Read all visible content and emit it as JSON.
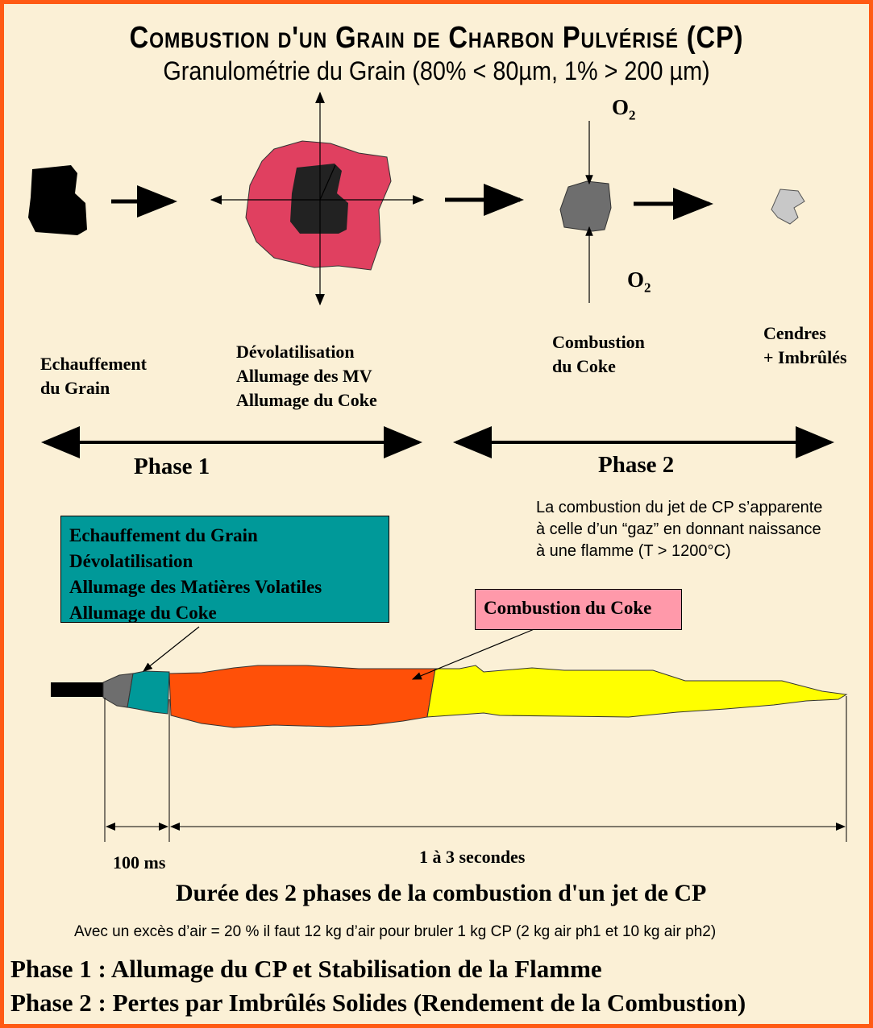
{
  "title": "Combustion d'un Grain de Charbon Pulvérisé (CP)",
  "subtitle": "Granulométrie du Grain (80% < 80µm, 1% > 200 µm)",
  "stages": [
    {
      "lines": [
        "Echauffement",
        "du Grain"
      ]
    },
    {
      "lines": [
        "Dévolatilisation",
        "Allumage des MV",
        "Allumage du Coke"
      ]
    },
    {
      "lines": [
        "Combustion",
        "du Coke"
      ]
    },
    {
      "lines": [
        "Cendres",
        "+ Imbrûlés"
      ]
    }
  ],
  "oxygen_label": "O",
  "oxygen_sub": "2",
  "phases": [
    "Phase 1",
    "Phase 2"
  ],
  "phase2_note": [
    "La combustion du jet de CP s’apparente",
    "à celle d’un “gaz” en donnant naissance",
    "à une flamme (T > 1200°C)"
  ],
  "phase1_box": [
    "Echauffement du Grain",
    "Dévolatilisation",
    "Allumage des Matières Volatiles",
    "Allumage du Coke"
  ],
  "phase2_box": "Combustion du Coke",
  "durations": {
    "short": "100 ms",
    "long": "1 à 3 secondes"
  },
  "caption": "Durée des 2 phases de la combustion d'un jet de CP",
  "air_note": "Avec un excès d’air = 20 % il faut 12 kg d’air pour bruler 1 kg CP (2 kg air ph1 et 10 kg air ph2)",
  "summary": [
    "Phase 1 : Allumage du CP et Stabilisation de la Flamme",
    "Phase 2 : Pertes par Imbrûlés Solides (Rendement de la Combustion)"
  ],
  "colors": {
    "border": "#ff5a14",
    "background": "#fbf0d6",
    "devol": "#e04060",
    "teal": "#009999",
    "orange": "#ff5008",
    "yellow": "#ffff00",
    "pink": "#ff99aa"
  }
}
